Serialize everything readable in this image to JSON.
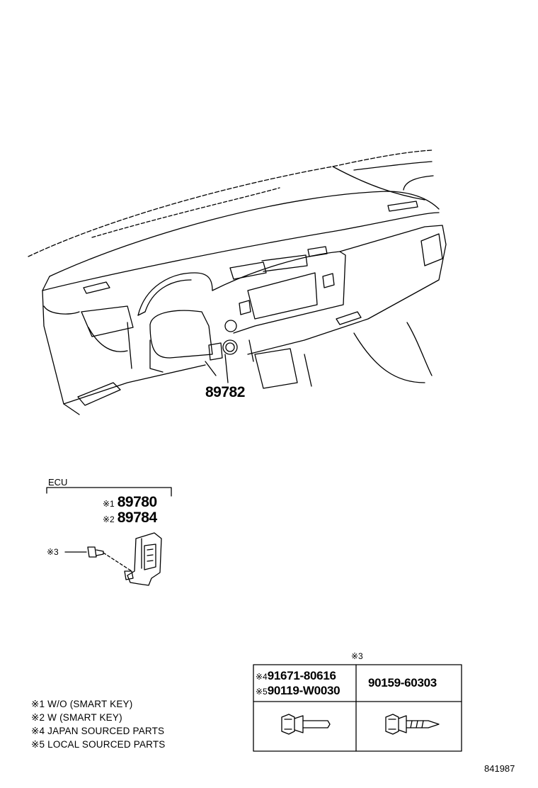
{
  "callout": {
    "part": "89782"
  },
  "ecu": {
    "label": "ECU",
    "rows": [
      {
        "mark": "※1",
        "part": "89780"
      },
      {
        "mark": "※2",
        "part": "89784"
      }
    ],
    "screw_mark": "※3"
  },
  "table": {
    "heading": "※3",
    "left_rows": [
      {
        "mark": "※4",
        "part": "91671-80616"
      },
      {
        "mark": "※5",
        "part": "90119-W0030"
      }
    ],
    "right_part": "90159-60303"
  },
  "notes": [
    "※1 W/O (SMART KEY)",
    "※2 W (SMART KEY)",
    "※4 JAPAN SOURCED PARTS",
    "※5 LOCAL SOURCED PARTS"
  ],
  "figure_code": "841987"
}
